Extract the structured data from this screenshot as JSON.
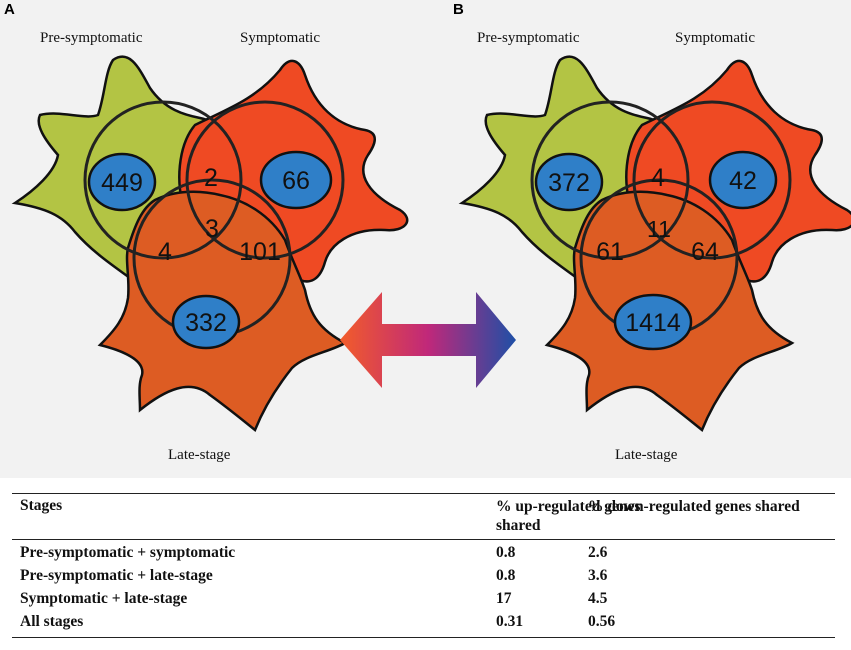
{
  "panels": [
    {
      "letter": "A",
      "labels": {
        "top_left": "Pre-symptomatic",
        "top_right": "Symptomatic",
        "bottom": "Late-stage"
      },
      "counts": {
        "pre_only": "449",
        "sym_only": "66",
        "late_only": "332",
        "pre_sym": "2",
        "pre_late": "4",
        "sym_late": "101",
        "all": "3"
      }
    },
    {
      "letter": "B",
      "labels": {
        "top_left": "Pre-symptomatic",
        "top_right": "Symptomatic",
        "bottom": "Late-stage"
      },
      "counts": {
        "pre_only": "372",
        "sym_only": "42",
        "late_only": "1414",
        "pre_sym": "4",
        "pre_late": "61",
        "sym_late": "64",
        "all": "11"
      }
    }
  ],
  "colors": {
    "pre": "#b3c444",
    "sym": "#ef4a23",
    "late": "#dd5c23",
    "ellipse": "#2f7fc8",
    "arrow_left": "#f25c2a",
    "arrow_mid": "#c0287a",
    "arrow_right": "#1e4fa6"
  },
  "table": {
    "headers": [
      "Stages",
      "% up-regulated genes shared",
      "% down-regulated genes shared"
    ],
    "rows": [
      [
        "Pre-symptomatic + symptomatic",
        "0.8",
        "2.6"
      ],
      [
        "Pre-symptomatic + late-stage",
        "0.8",
        "3.6"
      ],
      [
        "Symptomatic + late-stage",
        "17",
        "4.5"
      ],
      [
        "All stages",
        "0.31",
        "0.56"
      ]
    ]
  }
}
